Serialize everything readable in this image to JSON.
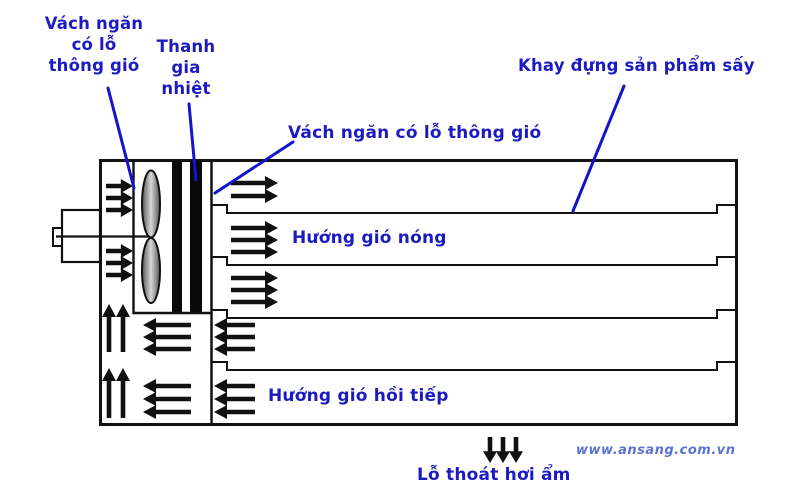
{
  "labels": {
    "partition_left": "Vách ngăn\ncó lỗ\nthông gió",
    "heater": "Thanh\ngia\nnhiệt",
    "partition_mid": "Vách ngăn có lỗ thông gió",
    "tray": "Khay đựng sản phẩm sấy",
    "hot_air_direction": "Hướng gió nóng",
    "return_air_direction": "Hướng gió hồi tiếp",
    "moisture_vent": "Lỗ thoát hơi ẩm",
    "watermark": "www.ansang.com.vn"
  },
  "colors": {
    "label_blue": "#1b1bc0",
    "leader_blue": "#1414cc",
    "line_black": "#111111",
    "heater_black": "#0a0a0a",
    "fan_gray": "#c2c2c2",
    "watermark_blue": "#4a63cc"
  }
}
